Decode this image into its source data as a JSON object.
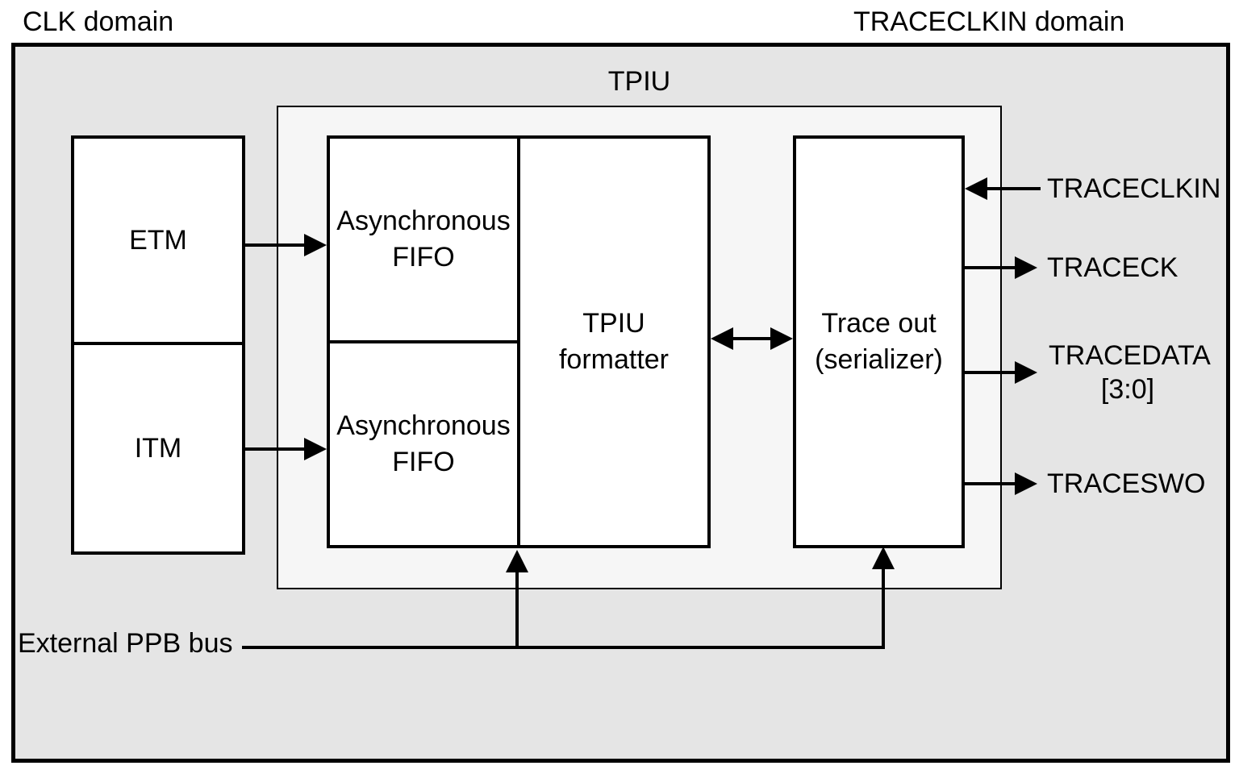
{
  "diagram": {
    "title": "TPIU",
    "domains": {
      "left": "CLK domain",
      "right": "TRACECLKIN domain"
    },
    "blocks": {
      "etm": "ETM",
      "itm": "ITM",
      "fifo_top": {
        "line1": "Asynchronous",
        "line2": "FIFO"
      },
      "fifo_bottom": {
        "line1": "Asynchronous",
        "line2": "FIFO"
      },
      "formatter": {
        "line1": "TPIU",
        "line2": "formatter"
      },
      "trace_out": {
        "line1": "Trace out",
        "line2": "(serializer)"
      }
    },
    "signals": {
      "traceclkin": "TRACECLKIN",
      "traceck": "TRACECK",
      "tracedata": "TRACEDATA",
      "tracedata_bits": "[3:0]",
      "traceswo": "TRACESWO"
    },
    "bus_label": "External PPB bus",
    "connections": [
      "ETM -> Asynchronous FIFO (top)",
      "ITM -> Asynchronous FIFO (bottom)",
      "TPIU formatter <-> Trace out (serializer)",
      "TRACECLKIN -> Trace out (serializer)",
      "Trace out (serializer) -> TRACECK",
      "Trace out (serializer) -> TRACEDATA [3:0]",
      "Trace out (serializer) -> TRACESWO",
      "External PPB bus -> TPIU formatter",
      "External PPB bus -> Trace out (serializer)"
    ],
    "colors": {
      "page_bg": "#ffffff",
      "outer_bg": "#e5e5e5",
      "inner_bg": "#f6f6f6",
      "block_bg": "#ffffff",
      "line": "#000000"
    }
  }
}
